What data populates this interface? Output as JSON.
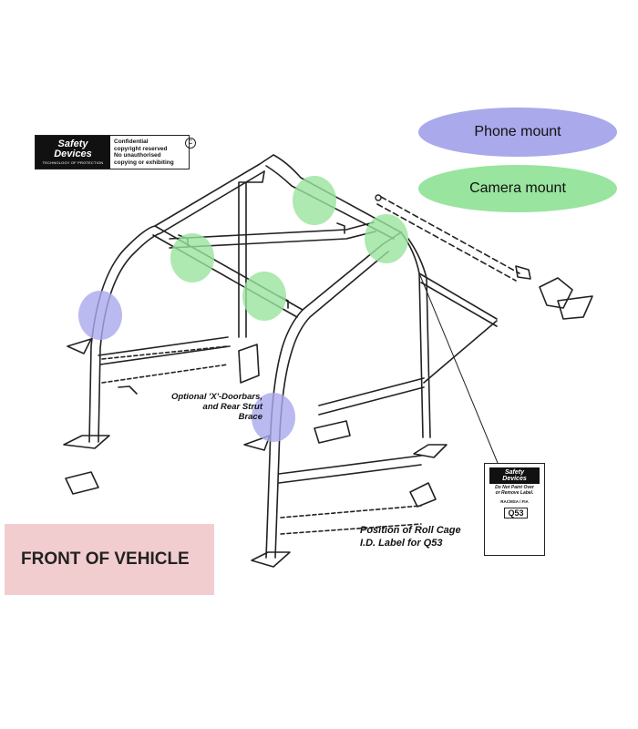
{
  "diagram": {
    "confidential_box": {
      "logo_line1": "Safety",
      "logo_line2": "Devices",
      "logo_tagline": "TECHNOLOGY OF PROTECTION",
      "lines": [
        "Confidential",
        "copyright reserved",
        "No unauthorised",
        "copying or exhibiting"
      ]
    },
    "legend": {
      "phone_mount": "Phone mount",
      "camera_mount": "Camera mount",
      "phone_color": "#a9a9ec",
      "camera_color": "#99e49e"
    },
    "annotations": {
      "x_doorbars": [
        "Optional 'X'-Doorbars,",
        "and Rear Strut",
        "Brace"
      ],
      "label_position": [
        "Position of Roll Cage",
        "I.D. Label for Q53"
      ]
    },
    "id_label": {
      "logo_line1": "Safety",
      "logo_line2": "Devices",
      "warning": [
        "Do Not Paint Over",
        "or Remove Label."
      ],
      "standard": "RACMSA / FIA",
      "code": "Q53"
    },
    "front_box": "FRONT OF VEHICLE"
  }
}
